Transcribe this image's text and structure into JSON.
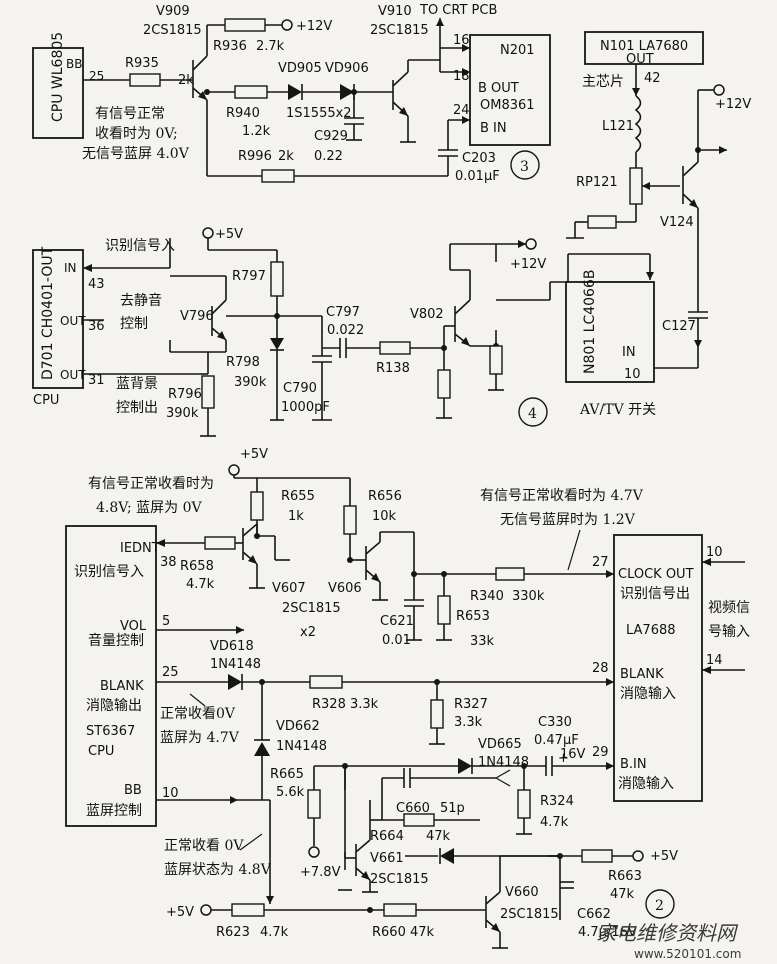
{
  "blocks": {
    "cpu_wl6805": {
      "name": "CPU WL6805",
      "pin_label": "BB",
      "pin": "25"
    },
    "n201": {
      "name": "N201",
      "part": "OM8361",
      "pin16": "16",
      "pin18": "18",
      "pin24": "24",
      "bout": "B OUT",
      "bin": "B IN",
      "to_crt": "TO CRT PCB"
    },
    "n101": {
      "name": "N101 LA7680",
      "out": "OUT",
      "main_chip": "主芯片",
      "pin": "42"
    },
    "d701": {
      "name": "D701 CH0401-OUT",
      "cpu": "CPU",
      "in": "IN",
      "out1": "OUT",
      "out2": "OUT",
      "p43": "43",
      "p36": "36",
      "p31": "31"
    },
    "n801": {
      "name": "N801 LC4066B",
      "in": "IN",
      "pin": "10",
      "caption": "AV/TV 开关"
    },
    "st6367": {
      "name": "ST6367",
      "cpu": "CPU",
      "iednt": "IEDNT",
      "iednt_cn": "识别信号入",
      "vol": "VOL",
      "vol_cn": "音量控制",
      "blank": "BLANK",
      "blank_cn": "消隐输出",
      "bb": "BB",
      "bb_cn": "蓝屏控制",
      "p38": "38",
      "p5": "5",
      "p25": "25",
      "p10": "10"
    },
    "la7688": {
      "name": "LA7688",
      "clock_out": "CLOCK OUT",
      "clock_cn": "识别信号出",
      "blank": "BLANK",
      "blank_cn": "消隐输入",
      "bin": "B.IN",
      "bin_cn": "消隐输入",
      "p27": "27",
      "p28": "28",
      "p29": "29",
      "p10": "10",
      "p14": "14",
      "video_in1": "视频信",
      "video_in2": "号输入"
    }
  },
  "components": {
    "v909": {
      "ref": "V909",
      "part": "2CS1815"
    },
    "v910": {
      "ref": "V910",
      "part": "2SC1815"
    },
    "r936": {
      "ref": "R936",
      "value": "2.7k"
    },
    "r935": {
      "ref": "R935",
      "value": "2k"
    },
    "vd905": {
      "ref": "VD905"
    },
    "vd906": {
      "ref": "VD906"
    },
    "r940": {
      "ref": "R940",
      "value": "1.2k"
    },
    "diodes": {
      "value": "1S1555x2"
    },
    "c929": {
      "ref": "C929",
      "value": "0.22"
    },
    "r996": {
      "ref": "R996",
      "value": "2k"
    },
    "c203": {
      "ref": "C203",
      "value": "0.01μF"
    },
    "l121": {
      "ref": "L121"
    },
    "rp121": {
      "ref": "RP121"
    },
    "v124": {
      "ref": "V124"
    },
    "c127": {
      "ref": "C127"
    },
    "r797": {
      "ref": "R797"
    },
    "v796": {
      "ref": "V796"
    },
    "r798": {
      "ref": "R798",
      "value": "390k"
    },
    "r796": {
      "ref": "R796",
      "value": "390k"
    },
    "c797": {
      "ref": "C797",
      "value": "0.022"
    },
    "c790": {
      "ref": "C790",
      "value": "1000pF"
    },
    "r138": {
      "ref": "R138"
    },
    "v802": {
      "ref": "V802"
    },
    "r655": {
      "ref": "R655",
      "value": "1k"
    },
    "r656": {
      "ref": "R656",
      "value": "10k"
    },
    "r658": {
      "ref": "R658",
      "value": "4.7k"
    },
    "v607": {
      "ref": "V607",
      "part": "2SC1815"
    },
    "v606": {
      "ref": "V606"
    },
    "x2": {
      "value": "x2"
    },
    "r340": {
      "ref": "R340",
      "value": "330k"
    },
    "c621": {
      "ref": "C621",
      "value": "0.01"
    },
    "r653": {
      "ref": "R653",
      "value": "33k"
    },
    "vd618": {
      "ref": "VD618",
      "part": "1N4148"
    },
    "r328": {
      "ref": "R328",
      "value": "3.3k"
    },
    "r327": {
      "ref": "R327",
      "value": "3.3k"
    },
    "vd662": {
      "ref": "VD662",
      "part": "1N4148"
    },
    "r665": {
      "ref": "R665",
      "value": "5.6k"
    },
    "vd665": {
      "ref": "VD665",
      "part": "1N4148"
    },
    "c330": {
      "ref": "C330",
      "value": "0.47μF",
      "voltage": "16V"
    },
    "c660": {
      "ref": "C660",
      "value": "51p"
    },
    "r664": {
      "ref": "R664",
      "value": "47k"
    },
    "r324": {
      "ref": "R324",
      "value": "4.7k"
    },
    "v661": {
      "ref": "V661",
      "part": "2SC1815"
    },
    "r663": {
      "ref": "R663",
      "value": "47k"
    },
    "v660": {
      "ref": "V660",
      "part": "2SC1815"
    },
    "c662": {
      "ref": "C662",
      "value": "4.7μ/16V"
    },
    "r623": {
      "ref": "R623",
      "value": "4.7k"
    },
    "r660": {
      "ref": "R660",
      "value": "47k"
    }
  },
  "supplies": {
    "p12v": "+12V",
    "p5v": "+5V",
    "p78v": "+7.8V",
    "plus": "+"
  },
  "notes": {
    "n1a": "有信号正常",
    "n1b": "收看时为 0V;",
    "n1c": "无信号蓝屏 4.0V",
    "n2a": "识别信号入",
    "n2b": "去静音",
    "n2c": "控制",
    "n2d": "蓝背景",
    "n2e": "控制出",
    "n3a": "有信号正常收看时为",
    "n3b": "4.8V; 蓝屏为 0V",
    "n4a": "有信号正常收看时为 4.7V",
    "n4b": "无信号蓝屏时为 1.2V",
    "n5a": "正常收看0V",
    "n5b": "蓝屏为 4.7V",
    "n6a": "正常收看 0V",
    "n6b": "蓝屏状态为 4.8V"
  },
  "sections": {
    "s2": "2",
    "s3": "3",
    "s4": "4"
  },
  "watermark": {
    "text": "家电维修资料网",
    "url": "www.520101.com"
  }
}
